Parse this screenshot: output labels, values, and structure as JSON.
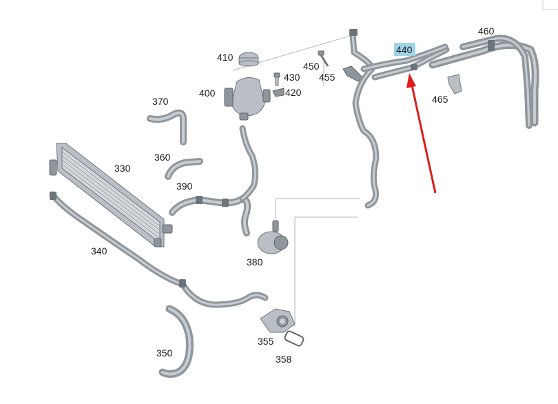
{
  "labels": {
    "p330": "330",
    "p340": "340",
    "p350": "350",
    "p355": "355",
    "p358": "358",
    "p360": "360",
    "p370": "370",
    "p380": "380",
    "p390": "390",
    "p400": "400",
    "p410": "410",
    "p420": "420",
    "p430": "430",
    "p440": "440",
    "p450": "450",
    "p455": "455",
    "p460": "460",
    "p465": "465"
  },
  "colors": {
    "highlight": "#9fd4e6",
    "arrow": "#e01b1b",
    "part": "#b9bfc4"
  }
}
